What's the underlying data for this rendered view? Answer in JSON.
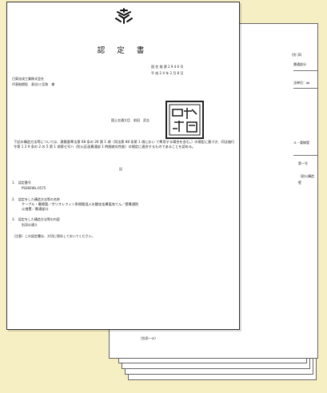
{
  "front_page": {
    "title": "認 定 書",
    "ref_number": "国 住 指 第 2 9 4 6 号",
    "date": "平 成 2 4 年 2 月 8 日",
    "recipient_company": "日東化成工業株式会社",
    "recipient_person": "代表取締役　表谷川 匡和　様",
    "issuer": "国土交通大臣　前田　武志",
    "body_text": "下記の構造方法等については、建築基準法第 68 条の 26 第 1 項（同法第 88 条第 1 項におい て準用する場合を含む。）の規定に基づき、同法施行令第 1 2 9 条の 2 の 5 第 1 項第七号ハ（防火区画貫通部 1 時間遮炎性能）の規定に適合するものであることを認める。",
    "ki_label": "記",
    "items": [
      {
        "label": "1.　認定番号",
        "value": "PS060WL-0575"
      },
      {
        "label": "2.　認定をした構造方法等の名称",
        "value": "ケーブル・電線管／ポリオレフィン系樹脂混入水酸化金属塩充てん／壁貫通防火措置／貫通部分"
      },
      {
        "label": "3.　認定をした構造方法等の内容",
        "value": "別添の通り"
      }
    ],
    "note": "（注意）この認定書は、大切に保存しておいてください。",
    "footer_page": "(別添一①)"
  },
  "back_page": {
    "header": "(別 添)",
    "section": "貫通部分",
    "unit_label": "法単位：㎜",
    "lines": [
      "ル・電線管",
      "第一号",
      "（耐火構造",
      "壁"
    ]
  }
}
